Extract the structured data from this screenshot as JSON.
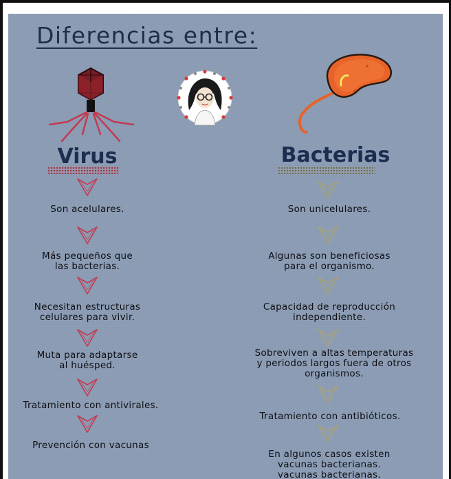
{
  "title": "Diferencias entre:",
  "virus": {
    "heading": "Virus",
    "items": [
      "Son acelulares.",
      "Más pequeños que\nlas bacterias.",
      "Necesitan estructuras\ncelulares para vivir.",
      "Muta para adaptarse\nal huésped.",
      "Tratamiento con antivirales.",
      "Prevención con vacunas"
    ],
    "arrow_color": "#c23a52"
  },
  "bacterias": {
    "heading": "Bacterias",
    "items": [
      "Son unicelulares.",
      "Algunas son beneficiosas\npara el organismo.",
      "Capacidad de reproducción\nindependiente.",
      "Sobreviven a altas temperaturas\ny periodos largos fuera de otros\norganismos.",
      "Tratamiento con antibióticos.",
      "En algunos casos existen\nvacunas  bacterianas.\nvacunas  bacterianas."
    ],
    "arrow_color": "#a8a27a"
  },
  "colors": {
    "background": "#8a9bb3",
    "title": "#1f2d4a",
    "virus_body": "#7a1c24",
    "bacteria_body": "#e8632a"
  }
}
